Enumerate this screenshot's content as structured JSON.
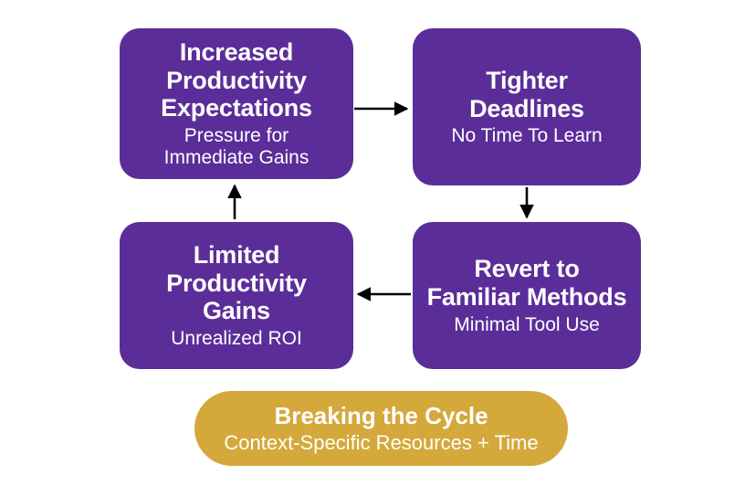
{
  "diagram": {
    "background_color": "#ffffff",
    "node_color": "#5B2D99",
    "banner_color": "#D4A83B",
    "arrow_color": "#000000",
    "text_color": "#ffffff",
    "nodes": [
      {
        "id": "increased-productivity-expectations",
        "title": "Increased\nProductivity\nExpectations",
        "subtitle": "Pressure for\nImmediate Gains"
      },
      {
        "id": "tighter-deadlines",
        "title": "Tighter\nDeadlines",
        "subtitle": "No Time To Learn"
      },
      {
        "id": "revert-to-familiar-methods",
        "title": "Revert to\nFamiliar Methods",
        "subtitle": "Minimal Tool Use"
      },
      {
        "id": "limited-productivity-gains",
        "title": "Limited\nProductivity\nGains",
        "subtitle": "Unrealized ROI"
      }
    ],
    "arrows": [
      {
        "id": "expectations-to-deadlines",
        "direction": "right"
      },
      {
        "id": "deadlines-to-revert",
        "direction": "down"
      },
      {
        "id": "revert-to-limited",
        "direction": "left"
      },
      {
        "id": "limited-to-expectations",
        "direction": "up"
      }
    ],
    "banner": {
      "title": "Breaking the Cycle",
      "subtitle": "Context-Specific Resources + Time"
    }
  }
}
